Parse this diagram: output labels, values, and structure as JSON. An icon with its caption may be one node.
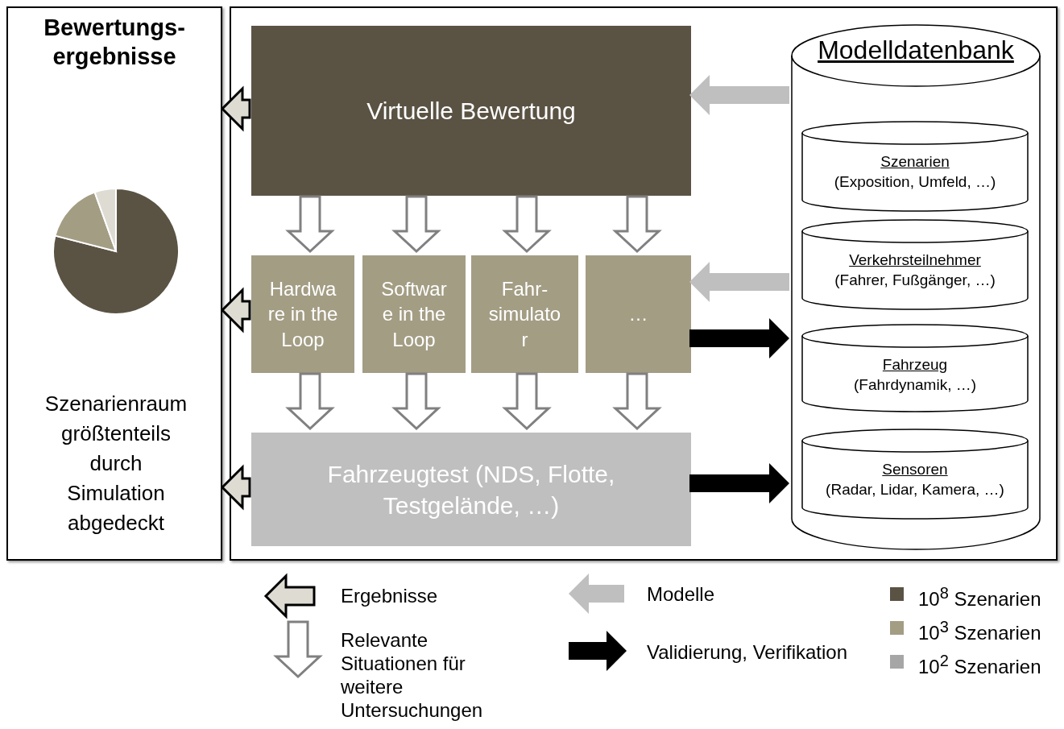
{
  "diagram": {
    "nodes": [
      {
        "text": [
          "Bewertungs- ergebnisse",
          "Szenarienraum größtenteils durch Simulation abgedeckt"
        ]
      },
      {
        "text": [],
        "shape": "box"
      },
      {
        "text": [
          "Virtuelle Bewertung"
        ],
        "in": 1
      },
      {
        "text": [
          "Hardwa re in the Loop"
        ],
        "in": 1
      },
      {
        "text": [
          "Softwar e in the Loop"
        ],
        "in": 1
      },
      {
        "text": [
          "Fahr- simulato r"
        ],
        "in": 1
      },
      {
        "text": [
          "…"
        ],
        "in": 1
      },
      {
        "text": [
          "Fahrzeugtest (NDS, Flotte, Testgelände, …)"
        ],
        "in": 1
      },
      {
        "text": [
          "Modelldatenbank"
        ],
        "in": 1
      },
      {
        "text": [
          "Szenarien",
          "(Exposition, Umfeld, …)"
        ],
        "in": 8
      },
      {
        "text": [
          "Verkehrsteilnehmer",
          "(Fahrer, Fußgänger, …)"
        ],
        "in": 8
      },
      {
        "text": [
          "Fahrzeug",
          "(Fahrdynamik, …)"
        ],
        "in": 8
      },
      {
        "text": [
          "Sensoren",
          "(Radar, Lidar, Kamera, …)"
        ],
        "in": 8
      }
    ],
    "edges": [
      {
        "from": 2,
        "to": 0,
        "arrow": "to",
        "style": "thick",
        "color": "#dedbd3"
      },
      {
        "from": 3,
        "to": 0,
        "arrow": "to",
        "style": "thick",
        "color": "#dedbd3"
      },
      {
        "from": 7,
        "to": 0,
        "arrow": "to",
        "style": "thick",
        "color": "#dedbd3"
      },
      {
        "from": 2,
        "to": 3,
        "arrow": "to"
      },
      {
        "from": 2,
        "to": 4,
        "arrow": "to"
      },
      {
        "from": 2,
        "to": 5,
        "arrow": "to"
      },
      {
        "from": 2,
        "to": 6,
        "arrow": "to"
      },
      {
        "from": 3,
        "to": 7,
        "arrow": "to"
      },
      {
        "from": 4,
        "to": 7,
        "arrow": "to"
      },
      {
        "from": 5,
        "to": 7,
        "arrow": "to"
      },
      {
        "from": 6,
        "to": 7,
        "arrow": "to"
      },
      {
        "from": 8,
        "to": 2,
        "arrow": "to",
        "color": "#bfbfbf"
      },
      {
        "from": 8,
        "to": 6,
        "arrow": "to",
        "color": "#bfbfbf"
      },
      {
        "from": 6,
        "to": 8,
        "arrow": "to",
        "color": "#000000"
      },
      {
        "from": 7,
        "to": 8,
        "arrow": "to",
        "color": "#000000"
      }
    ],
    "legend": [
      {
        "text": "Ergebnisse"
      },
      {
        "text": "Relevante Situationen für weitere Untersuchungen"
      },
      {
        "text": "Modelle"
      },
      {
        "text": "Validierung, Verifikation"
      },
      {
        "text": "10$^{8}$ Szenarien",
        "color": "#5a5344"
      },
      {
        "text": "10$^{3}$ Szenarien",
        "color": "#a39d84"
      },
      {
        "text": "10$^{2}$ Szenarien",
        "color": "#a6a6a6"
      }
    ]
  }
}
